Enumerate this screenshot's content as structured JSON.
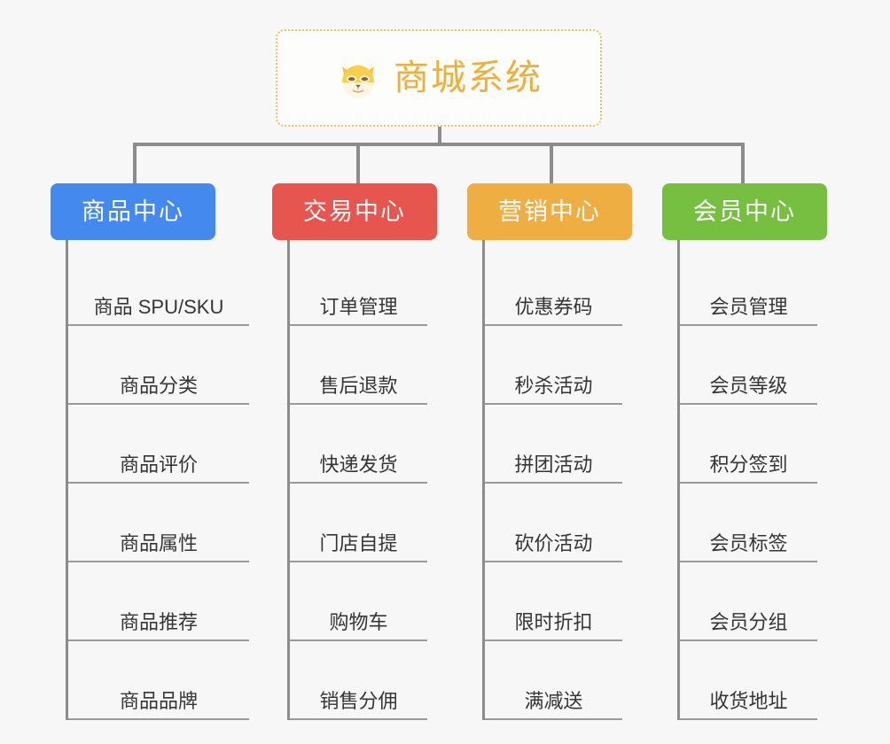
{
  "root": {
    "title": "商城系统",
    "icon": "shiba-dog-face-icon",
    "border_color": "#f0c060",
    "text_color": "#efb03a"
  },
  "connector_color": "#8c8c8c",
  "background_color": "#f7f7f7",
  "branches": [
    {
      "label": "商品中心",
      "color": "#448aee",
      "items": [
        "商品 SPU/SKU",
        "商品分类",
        "商品评价",
        "商品属性",
        "商品推荐",
        "商品品牌"
      ]
    },
    {
      "label": "交易中心",
      "color": "#e6564f",
      "items": [
        "订单管理",
        "售后退款",
        "快递发货",
        "门店自提",
        "购物车",
        "销售分佣"
      ]
    },
    {
      "label": "营销中心",
      "color": "#eeae42",
      "items": [
        "优惠券码",
        "秒杀活动",
        "拼团活动",
        "砍价活动",
        "限时折扣",
        "满减送"
      ]
    },
    {
      "label": "会员中心",
      "color": "#76bf40",
      "items": [
        "会员管理",
        "会员等级",
        "积分签到",
        "会员标签",
        "会员分组",
        "收货地址"
      ]
    }
  ]
}
